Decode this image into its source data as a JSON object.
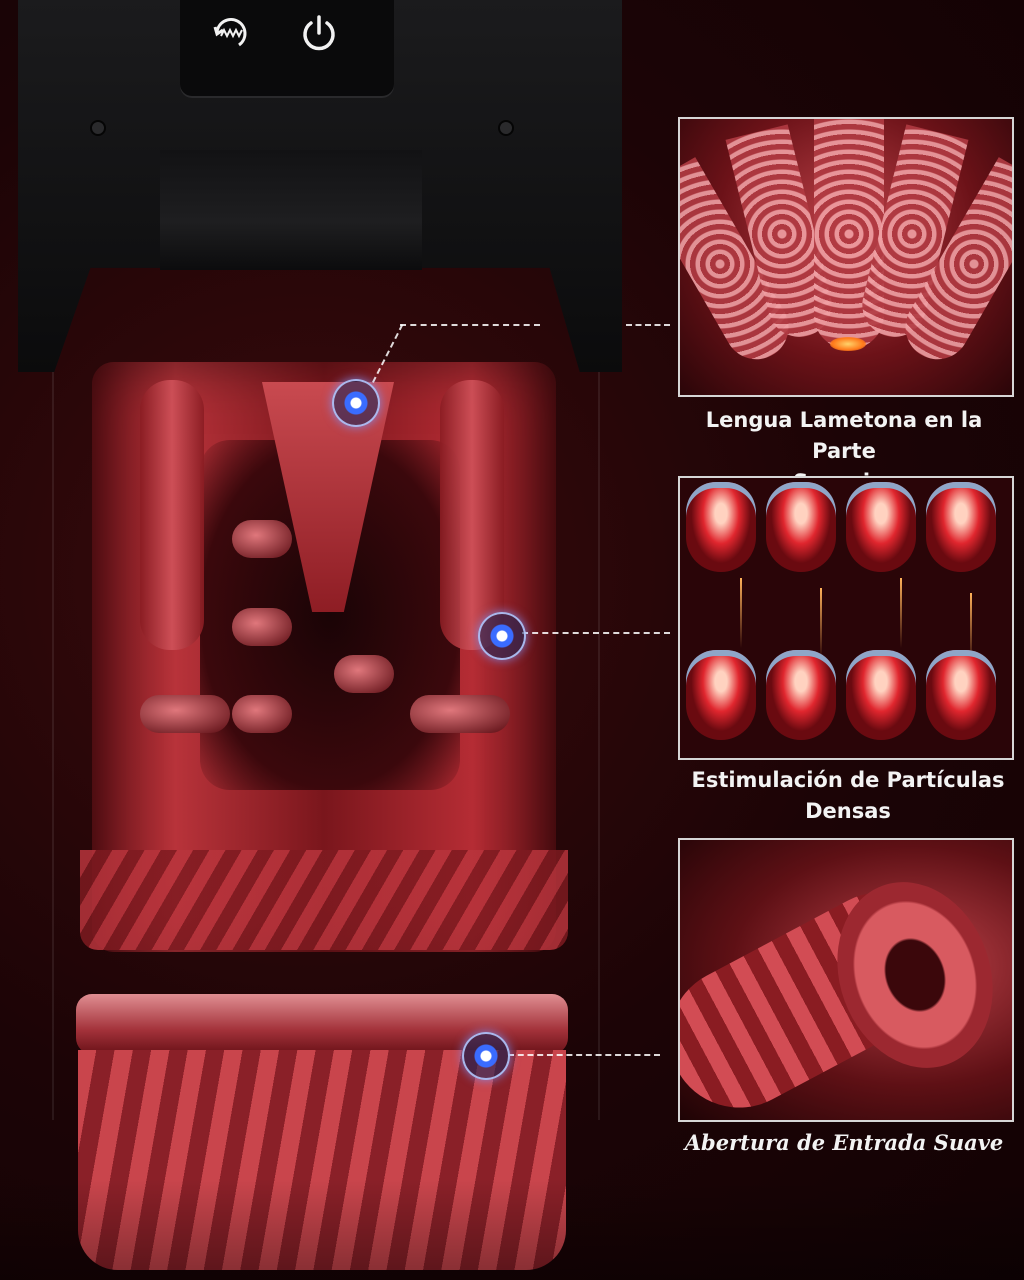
{
  "device": {
    "mode_icon": "mode-teeth-icon",
    "power_icon": "power-icon"
  },
  "features": [
    {
      "caption": "Lengua Lametona en la Parte Superior",
      "caption_line1": "Lengua Lametona en la Parte",
      "caption_line2": "Superior"
    },
    {
      "caption": "Estimulación de Partículas Densas"
    },
    {
      "caption": "Abertura de Entrada Suave"
    }
  ],
  "colors": {
    "background": "#1c0406",
    "sleeve_red": "#b8333a",
    "marker_blue": "#3a6cff",
    "panel_border": "#d6d6d6",
    "caption_text": "#f3f3f3"
  }
}
